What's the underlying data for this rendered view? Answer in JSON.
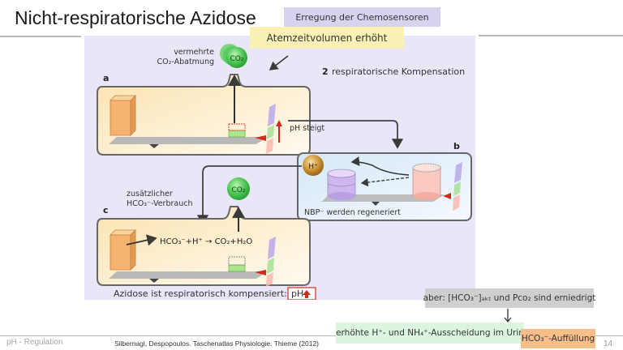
{
  "slide": {
    "title": "Nicht-respiratorische Azidose",
    "footer_topic": "pH - Regulation",
    "citation": "Silbernagl, Despopoulos. Taschenatlas Physiologie. Thieme (2012)",
    "page_number": "14"
  },
  "callouts": {
    "chemosensors": "Erregung der Chemosensoren",
    "minute_volume": "Atemzeitvolumen erhöht",
    "but_reduced": "aber: [HCO₃⁻]ₐₖₜ und Pᴄᴏ₂ sind erniedrigt",
    "urine_excretion": "erhöhte H⁺- und NH₄⁺-Ausscheidung im Urin",
    "hco3_refill": "HCO₃⁻-Auffüllung"
  },
  "diagram": {
    "heading_number": "2",
    "heading": "respiratorische Kompensation",
    "panel_a": {
      "letter": "a",
      "co2_label_line1": "vermehrte",
      "co2_label_line2": "CO₂-Abatmung",
      "co2_bubble": "CO₂"
    },
    "ph_rises": "pH steigt",
    "panel_b": {
      "letter": "b",
      "h_ion": "H⁺",
      "caption": "NBP⁻ werden regeneriert"
    },
    "panel_c": {
      "letter": "c",
      "extra_line1": "zusätzlicher",
      "extra_line2": "HCO₃⁻-Verbrauch",
      "co2_bubble": "CO₂",
      "reaction": "HCO₃⁻+H⁺  →  CO₂+H₂O"
    },
    "conclusion": "Azidose ist respiratorisch kompensiert:",
    "conclusion_badge": "pH"
  },
  "colors": {
    "panel_bg": "#e8e6f7",
    "box_warm": "#fff3dc",
    "box_cool": "#e6f1fb",
    "co2_green": "#3fc04a",
    "h_ion_gold": "#c8902e",
    "alert_red": "#d42a1e"
  }
}
